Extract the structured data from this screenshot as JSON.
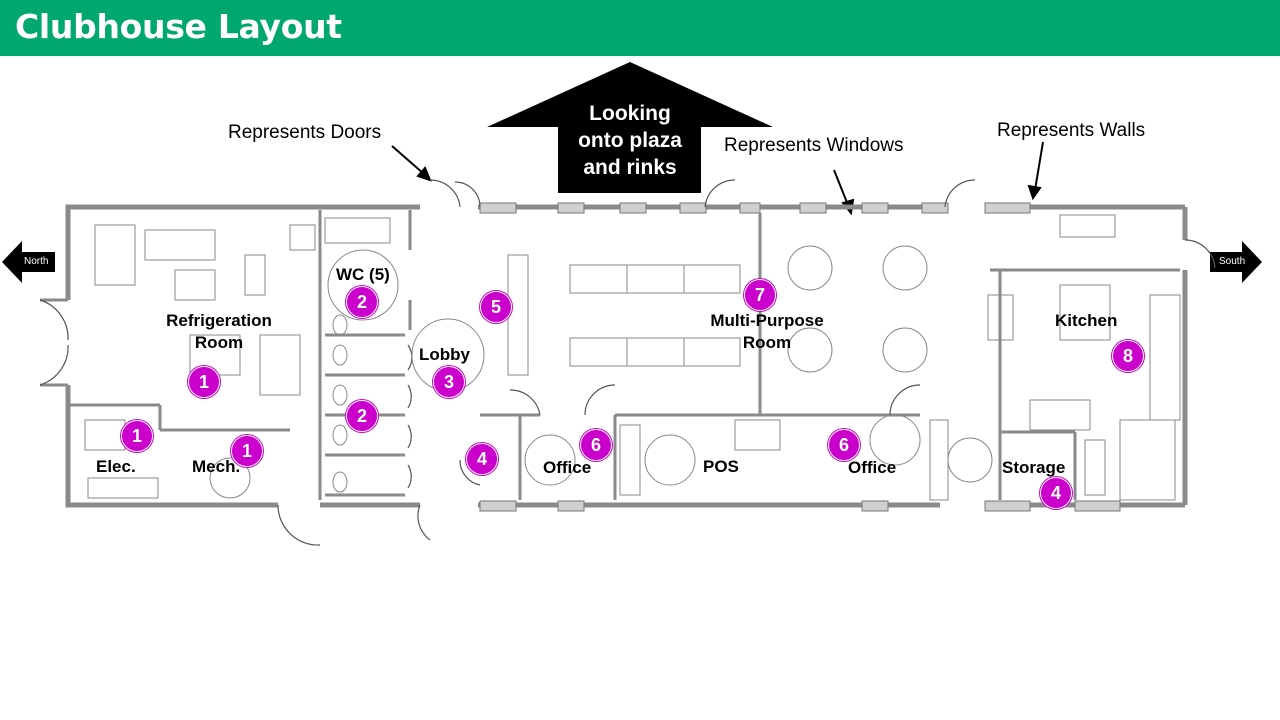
{
  "header": {
    "title": "Clubhouse Layout"
  },
  "colors": {
    "header_bg": "#00a76f",
    "badge": "#cc00cc",
    "wall": "#8a8a8a"
  },
  "direction": {
    "arrow_text": [
      "Looking",
      "onto plaza",
      "and rinks"
    ],
    "north": "North",
    "south": "South"
  },
  "legend": {
    "doors": "Represents Doors",
    "windows": "Represents Windows",
    "walls": "Represents Walls"
  },
  "rooms": {
    "refrigeration_1": "Refrigeration",
    "refrigeration_2": "Room",
    "elec": "Elec.",
    "mech": "Mech.",
    "wc": "WC (5)",
    "lobby": "Lobby",
    "multipurpose_1": "Multi-Purpose",
    "multipurpose_2": "Room",
    "office_left": "Office",
    "pos": "POS",
    "office_right": "Office",
    "kitchen": "Kitchen",
    "storage": "Storage"
  },
  "badges": {
    "refrigeration": "1",
    "elec": "1",
    "mech": "1",
    "wc_top": "2",
    "wc_bottom": "2",
    "lobby": "3",
    "entry": "4",
    "storage": "4",
    "feature": "5",
    "office_left": "6",
    "office_right": "6",
    "multipurpose": "7",
    "kitchen": "8"
  }
}
